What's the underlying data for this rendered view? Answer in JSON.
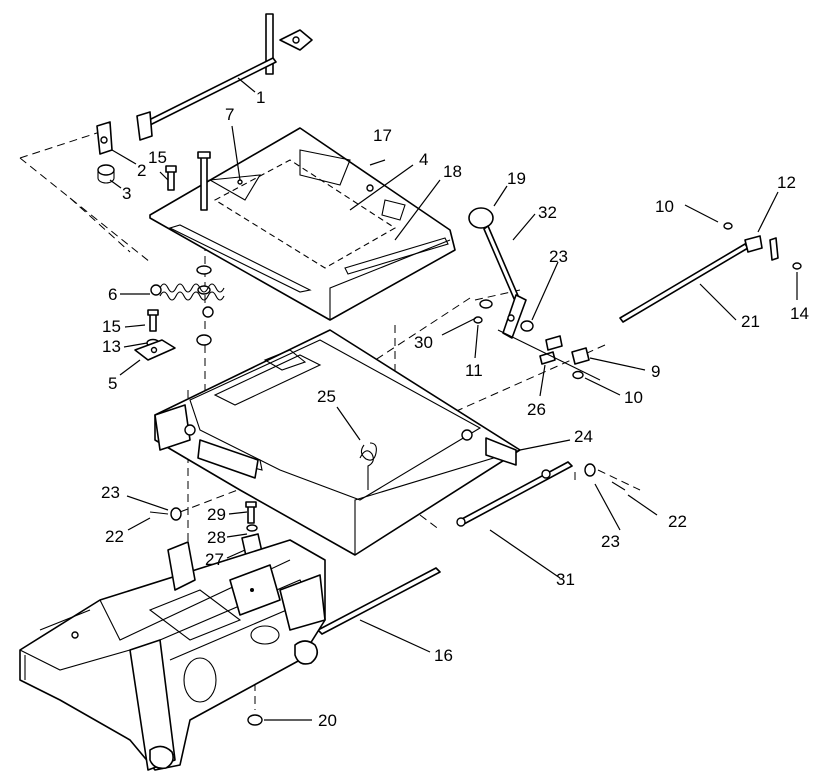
{
  "diagram": {
    "callouts": [
      {
        "id": "c1",
        "text": "1"
      },
      {
        "id": "c2",
        "text": "2"
      },
      {
        "id": "c3",
        "text": "3"
      },
      {
        "id": "c4",
        "text": "4"
      },
      {
        "id": "c5",
        "text": "5"
      },
      {
        "id": "c6",
        "text": "6"
      },
      {
        "id": "c7",
        "text": "7"
      },
      {
        "id": "c9",
        "text": "9"
      },
      {
        "id": "c10a",
        "text": "10"
      },
      {
        "id": "c10b",
        "text": "10"
      },
      {
        "id": "c11",
        "text": "11"
      },
      {
        "id": "c12",
        "text": "12"
      },
      {
        "id": "c13",
        "text": "13"
      },
      {
        "id": "c14",
        "text": "14"
      },
      {
        "id": "c15a",
        "text": "15"
      },
      {
        "id": "c15b",
        "text": "15"
      },
      {
        "id": "c16",
        "text": "16"
      },
      {
        "id": "c17",
        "text": "17"
      },
      {
        "id": "c18",
        "text": "18"
      },
      {
        "id": "c19",
        "text": "19"
      },
      {
        "id": "c20",
        "text": "20"
      },
      {
        "id": "c21",
        "text": "21"
      },
      {
        "id": "c22a",
        "text": "22"
      },
      {
        "id": "c22b",
        "text": "22"
      },
      {
        "id": "c23a",
        "text": "23"
      },
      {
        "id": "c23b",
        "text": "23"
      },
      {
        "id": "c23c",
        "text": "23"
      },
      {
        "id": "c24",
        "text": "24"
      },
      {
        "id": "c25",
        "text": "25"
      },
      {
        "id": "c26",
        "text": "26"
      },
      {
        "id": "c27",
        "text": "27"
      },
      {
        "id": "c28",
        "text": "28"
      },
      {
        "id": "c29",
        "text": "29"
      },
      {
        "id": "c30",
        "text": "30"
      },
      {
        "id": "c31",
        "text": "31"
      },
      {
        "id": "c32",
        "text": "32"
      }
    ]
  }
}
